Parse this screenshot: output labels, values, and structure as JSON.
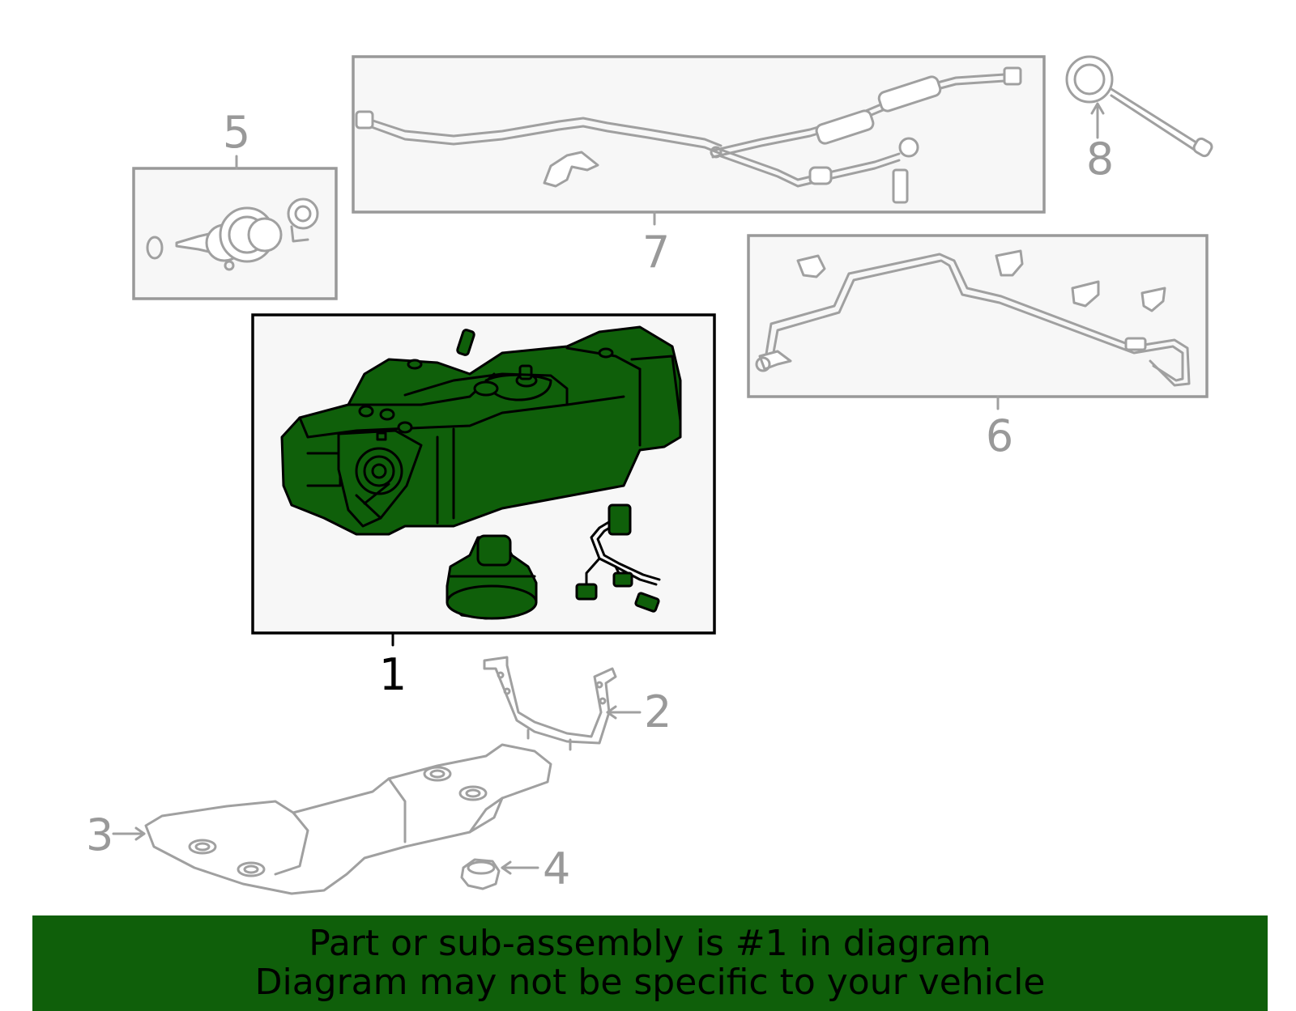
{
  "callouts": {
    "c1": "1",
    "c2": "2",
    "c3": "3",
    "c4": "4",
    "c5": "5",
    "c6": "6",
    "c7": "7",
    "c8": "8"
  },
  "banner": {
    "line1": "Part or sub-assembly is #1 in diagram",
    "line2": "Diagram may not be specific to your vehicle"
  },
  "colors": {
    "highlight": "#0f5f0a",
    "other_parts": "#999999",
    "box_fill": "#f7f7f7"
  },
  "highlighted_part": "1"
}
